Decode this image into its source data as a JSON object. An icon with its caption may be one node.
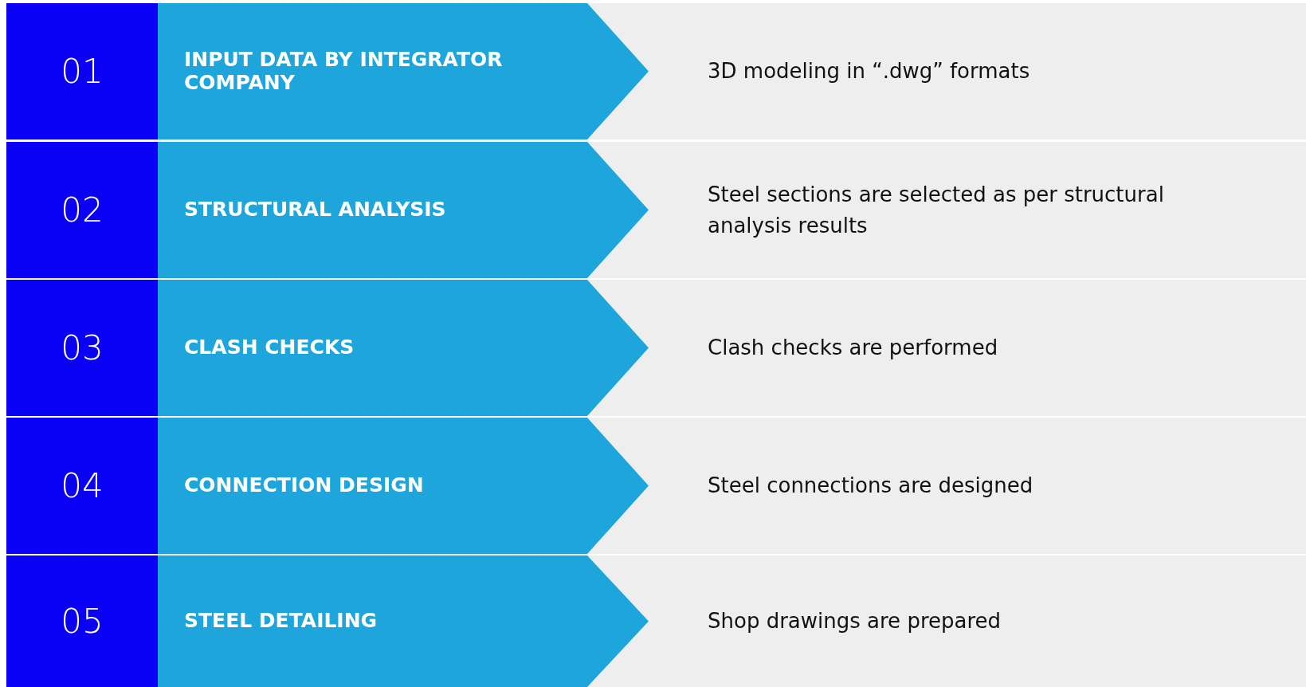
{
  "diagram": {
    "nodes": [
      {
        "text": [
          "01"
        ]
      },
      {
        "text": [
          "INPUT DATA BY INTEGRATOR COMPANY"
        ]
      },
      {
        "text": [
          "3D modeling in “.dwg” formats"
        ]
      },
      {
        "text": [
          "02"
        ]
      },
      {
        "text": [
          "STRUCTURAL ANALYSIS"
        ]
      },
      {
        "text": [
          "Steel sections are selected as per structural analysis results"
        ]
      },
      {
        "text": [
          "03"
        ]
      },
      {
        "text": [
          "CLASH CHECKS"
        ]
      },
      {
        "text": [
          "Clash checks are performed"
        ]
      },
      {
        "text": [
          "04"
        ]
      },
      {
        "text": [
          "CONNECTION DESIGN"
        ]
      },
      {
        "text": [
          "Steel connections are designed"
        ]
      },
      {
        "text": [
          "05"
        ]
      },
      {
        "text": [
          "STEEL DETAILING"
        ]
      },
      {
        "text": [
          "Shop drawings are prepared"
        ]
      }
    ]
  }
}
